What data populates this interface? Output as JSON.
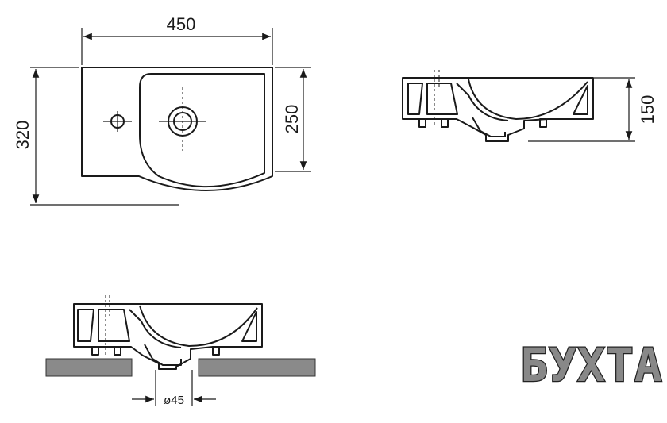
{
  "dimensions": {
    "width": "450",
    "depth": "320",
    "bowl_depth": "250",
    "height": "150",
    "drain_diameter": "ø45"
  },
  "brand": {
    "logo_text": "БУХТА"
  },
  "colors": {
    "line": "#1a1a1a",
    "slab": "#8a8a8a",
    "logo_fill": "#888888"
  }
}
